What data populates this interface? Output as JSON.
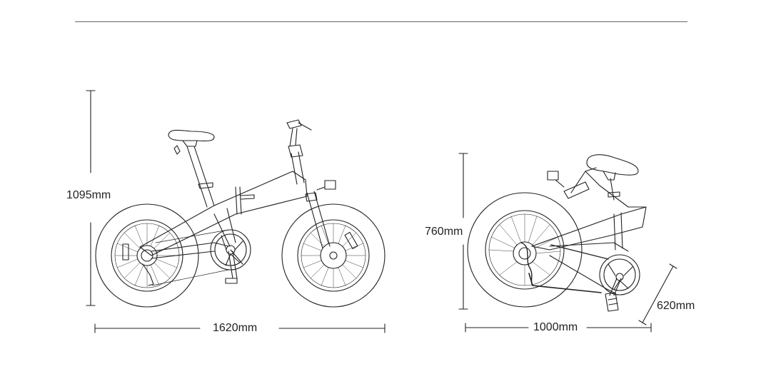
{
  "diagram": {
    "subject": "Folding fat-tire electric bike dimensions",
    "unfolded": {
      "view": "unfolded-bike-side-view",
      "height_label": "1095mm",
      "length_label": "1620mm"
    },
    "folded": {
      "view": "folded-bike-side-view",
      "height_label": "760mm",
      "length_label": "1000mm",
      "width_label": "620mm"
    }
  },
  "colors": {
    "line": "#222222",
    "rule": "#666666",
    "background": "#ffffff"
  }
}
